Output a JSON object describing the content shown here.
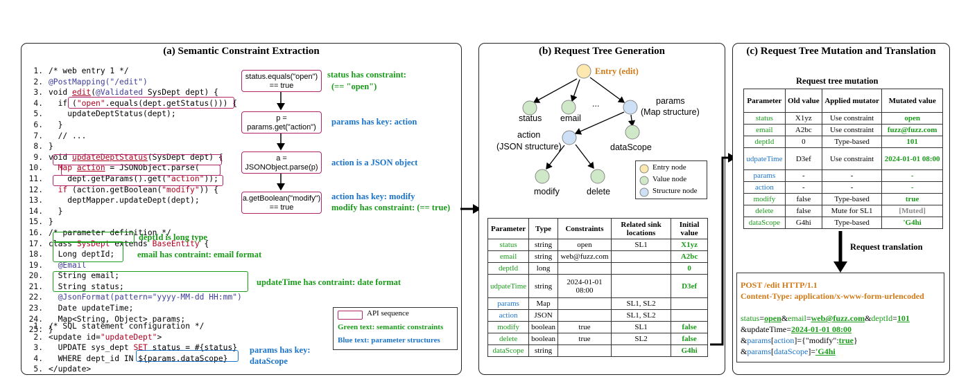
{
  "panel_a": {
    "title": "(a) Semantic Constraint Extraction",
    "code1": [
      {
        "n": "1.",
        "parts": [
          {
            "t": "/* web entry 1 */",
            "c": ""
          }
        ]
      },
      {
        "n": "2.",
        "parts": [
          {
            "t": "@PostMapping(\"/edit\")",
            "c": "c"
          }
        ]
      },
      {
        "n": "3.",
        "parts": [
          {
            "t": "void ",
            "c": ""
          },
          {
            "t": "edit",
            "c": "ru"
          },
          {
            "t": "(",
            "c": ""
          },
          {
            "t": "@Validated",
            "c": "c"
          },
          {
            "t": " SysDept dept) {",
            "c": ""
          }
        ]
      },
      {
        "n": "4.",
        "parts": [
          {
            "t": "  if (",
            "c": ""
          },
          {
            "t": "\"open\"",
            "c": "r"
          },
          {
            "t": ".equals(dept.getStatus())) {",
            "c": ""
          }
        ]
      },
      {
        "n": "5.",
        "parts": [
          {
            "t": "    updateDeptStatus(dept);",
            "c": ""
          }
        ]
      },
      {
        "n": "6.",
        "parts": [
          {
            "t": "  }",
            "c": ""
          }
        ]
      },
      {
        "n": "7.",
        "parts": [
          {
            "t": "  // ...",
            "c": ""
          }
        ]
      },
      {
        "n": "8.",
        "parts": [
          {
            "t": "}",
            "c": ""
          }
        ]
      },
      {
        "n": "9.",
        "parts": [
          {
            "t": "void ",
            "c": ""
          },
          {
            "t": "updateDeptStatus",
            "c": "ru"
          },
          {
            "t": "(SysDept dept) {",
            "c": ""
          }
        ]
      },
      {
        "n": "10.",
        "parts": [
          {
            "t": "  Map ",
            "c": "r"
          },
          {
            "t": "action",
            "c": "ru"
          },
          {
            "t": " = JSONObject.parse(",
            "c": ""
          }
        ]
      },
      {
        "n": "11.",
        "parts": [
          {
            "t": "    dept.getParams().get(",
            "c": ""
          },
          {
            "t": "\"action\"",
            "c": "r"
          },
          {
            "t": "));",
            "c": ""
          }
        ]
      },
      {
        "n": "12.",
        "parts": [
          {
            "t": "  ",
            "c": ""
          },
          {
            "t": "if",
            "c": "r"
          },
          {
            "t": " (action.getBoolean(",
            "c": ""
          },
          {
            "t": "\"modify\"",
            "c": "r"
          },
          {
            "t": ")) {",
            "c": ""
          }
        ]
      },
      {
        "n": "13.",
        "parts": [
          {
            "t": "    deptMapper.updateDept(dept);",
            "c": ""
          }
        ]
      },
      {
        "n": "14.",
        "parts": [
          {
            "t": "  }",
            "c": ""
          }
        ]
      },
      {
        "n": "15.",
        "parts": [
          {
            "t": "}",
            "c": ""
          }
        ]
      },
      {
        "n": "16.",
        "parts": [
          {
            "t": "/* parameter definition */",
            "c": ""
          }
        ]
      },
      {
        "n": "17.",
        "parts": [
          {
            "t": "class ",
            "c": ""
          },
          {
            "t": "SysDept",
            "c": "r"
          },
          {
            "t": " extends ",
            "c": ""
          },
          {
            "t": "BaseEntity",
            "c": "r"
          },
          {
            "t": " {",
            "c": ""
          }
        ]
      },
      {
        "n": "18.",
        "parts": [
          {
            "t": "  Long deptId;",
            "c": ""
          }
        ]
      },
      {
        "n": "19.",
        "parts": [
          {
            "t": "  @Email",
            "c": "c"
          }
        ]
      },
      {
        "n": "20.",
        "parts": [
          {
            "t": "  String email;",
            "c": ""
          }
        ]
      },
      {
        "n": "21.",
        "parts": [
          {
            "t": "  String status;",
            "c": ""
          }
        ]
      },
      {
        "n": "22.",
        "parts": [
          {
            "t": "  @JsonFormat(pattern=\"yyyy-MM-dd HH:mm\")",
            "c": "c"
          }
        ]
      },
      {
        "n": "23.",
        "parts": [
          {
            "t": "  Date updateTime;",
            "c": ""
          }
        ]
      },
      {
        "n": "24.",
        "parts": [
          {
            "t": "  Map<String, Object> params;",
            "c": ""
          }
        ]
      },
      {
        "n": "25.",
        "parts": [
          {
            "t": "}",
            "c": ""
          }
        ]
      }
    ],
    "code2": [
      {
        "n": "1.",
        "parts": [
          {
            "t": "/* SQL statement configuration */",
            "c": ""
          }
        ]
      },
      {
        "n": "2.",
        "parts": [
          {
            "t": "<update id=",
            "c": ""
          },
          {
            "t": "\"updateDept\"",
            "c": "r"
          },
          {
            "t": ">",
            "c": ""
          }
        ]
      },
      {
        "n": "3.",
        "parts": [
          {
            "t": "  UPDATE sys_dept ",
            "c": ""
          },
          {
            "t": "SET",
            "c": "r"
          },
          {
            "t": " status = #{status}",
            "c": ""
          }
        ]
      },
      {
        "n": "4.",
        "parts": [
          {
            "t": "  WHERE dept_id IN ",
            "c": ""
          },
          {
            "t": "${params.dataScope}",
            "c": ""
          }
        ]
      },
      {
        "n": "5.",
        "parts": [
          {
            "t": "</update>",
            "c": ""
          }
        ]
      }
    ],
    "api_boxes": [
      {
        "l1": "status.equals(\"open\")",
        "l2": "== true"
      },
      {
        "l1": "p =",
        "l2": "params.get(\"action\")"
      },
      {
        "l1": "a =",
        "l2": "JSONObject.parse(p)"
      },
      {
        "l1": "a.getBoolean(\"modify\")",
        "l2": "== true"
      }
    ],
    "notes": {
      "status_constraint": "status has constraint:",
      "status_constraint2": "(== \"open\")",
      "params_key_action": "params has key: action",
      "action_json": "action is a JSON object",
      "action_key_modify": "action has key: modify",
      "modify_constraint": "modify has constraint: (== true)",
      "deptid_long": "deptId is long type",
      "email_format": "email has contraint: email format",
      "updatetime_date": "updateTime has contraint: date format",
      "params_datascope1": "params has key:",
      "params_datascope2": "dataScope"
    },
    "legend": {
      "api": "API sequence",
      "green": "Green text: semantic constraints",
      "blue": "Blue text: parameter structures"
    }
  },
  "panel_b": {
    "title": "(b) Request Tree Generation",
    "tree": {
      "entry": "Entry (edit)",
      "status": "status",
      "email": "email",
      "dots": "...",
      "params": "params",
      "params_sub": "(Map structure)",
      "action": "action",
      "action_sub": "(JSON structure)",
      "datascope": "dataScope",
      "modify": "modify",
      "delete": "delete"
    },
    "legend": [
      "Entry node",
      "Value node",
      "Structure node"
    ],
    "table": {
      "headers": [
        "Parameter",
        "Type",
        "Constraints",
        "Related sink locations",
        "Initial value"
      ],
      "rows": [
        {
          "p": "status",
          "pc": "g",
          "type": "string",
          "con": "open",
          "sink": "SL1",
          "init": "X1yz"
        },
        {
          "p": "email",
          "pc": "g",
          "type": "string",
          "con": "web@fuzz.com",
          "sink": "",
          "init": "A2bc"
        },
        {
          "p": "deptId",
          "pc": "g",
          "type": "long",
          "con": "",
          "sink": "",
          "init": "0"
        },
        {
          "p": "udpateTime",
          "pc": "g",
          "type": "string",
          "con": "2024-01-01 08:00",
          "sink": "",
          "init": "D3ef"
        },
        {
          "p": "params",
          "pc": "b",
          "type": "Map",
          "con": "",
          "sink": "SL1, SL2",
          "init": ""
        },
        {
          "p": "action",
          "pc": "b",
          "type": "JSON",
          "con": "",
          "sink": "SL1, SL2",
          "init": ""
        },
        {
          "p": "modify",
          "pc": "g",
          "type": "boolean",
          "con": "true",
          "sink": "SL1",
          "init": "false"
        },
        {
          "p": "delete",
          "pc": "g",
          "type": "boolean",
          "con": "true",
          "sink": "SL2",
          "init": "false"
        },
        {
          "p": "dataScope",
          "pc": "g",
          "type": "string",
          "con": "",
          "sink": "",
          "init": "G4hi"
        }
      ]
    }
  },
  "panel_c": {
    "title": "(c) Request Tree Mutation and Translation",
    "mutation_title": "Request tree mutation",
    "table": {
      "headers": [
        "Parameter",
        "Old value",
        "Applied mutator",
        "Mutated value"
      ],
      "rows": [
        {
          "p": "status",
          "pc": "g",
          "old": "X1yz",
          "mut": "Use constraint",
          "new": "open",
          "nc": "g"
        },
        {
          "p": "email",
          "pc": "g",
          "old": "A2bc",
          "mut": "Use constraint",
          "new": "fuzz@fuzz.com",
          "nc": "g"
        },
        {
          "p": "deptId",
          "pc": "g",
          "old": "0",
          "mut": "Type-based",
          "new": "101",
          "nc": "g"
        },
        {
          "p": "udpateTime",
          "pc": "b",
          "old": "D3ef",
          "mut": "Use constraint",
          "new": "2024-01-01 08:00",
          "nc": "g"
        },
        {
          "p": "params",
          "pc": "b",
          "old": "-",
          "mut": "-",
          "new": "-",
          "nc": "g"
        },
        {
          "p": "action",
          "pc": "b",
          "old": "-",
          "mut": "-",
          "new": "-",
          "nc": "g"
        },
        {
          "p": "modify",
          "pc": "g",
          "old": "false",
          "mut": "Type-based",
          "new": "true",
          "nc": "g"
        },
        {
          "p": "delete",
          "pc": "g",
          "old": "false",
          "mut": "Mute for SL1",
          "new": "[Muted]",
          "nc": "gy"
        },
        {
          "p": "dataScope",
          "pc": "g",
          "old": "G4hi",
          "mut": "Type-based",
          "new": "'G4hi",
          "nc": "g"
        }
      ]
    },
    "translation_label": "Request translation",
    "request": {
      "line1": "POST /edit   HTTP/1.1",
      "line2": "Content-Type: application/x-www-form-urlencoded",
      "k_status": "status",
      "v_status": "open",
      "k_email": "email",
      "v_email": "web@fuzz.com",
      "k_deptid": "deptId",
      "v_deptid": "101",
      "k_updatetime": "&updateTime=",
      "v_updatetime": "2024-01-01 08:00",
      "k_params": "params",
      "k_action": "action",
      "v_action_pre": "={\"modify\":",
      "v_action": "true",
      "v_action_post": "}",
      "k_params2": "params",
      "k_datascope": "dataScope",
      "v_datascope": "'G4hi"
    }
  },
  "colors": {
    "green": "#1a9b1a",
    "blue": "#1a73c9",
    "magenta": "#b0246a",
    "orange": "#d07a18",
    "value_node": "#cfe8c8",
    "structure_node": "#cde0f5",
    "entry_node": "#fde9b0"
  }
}
